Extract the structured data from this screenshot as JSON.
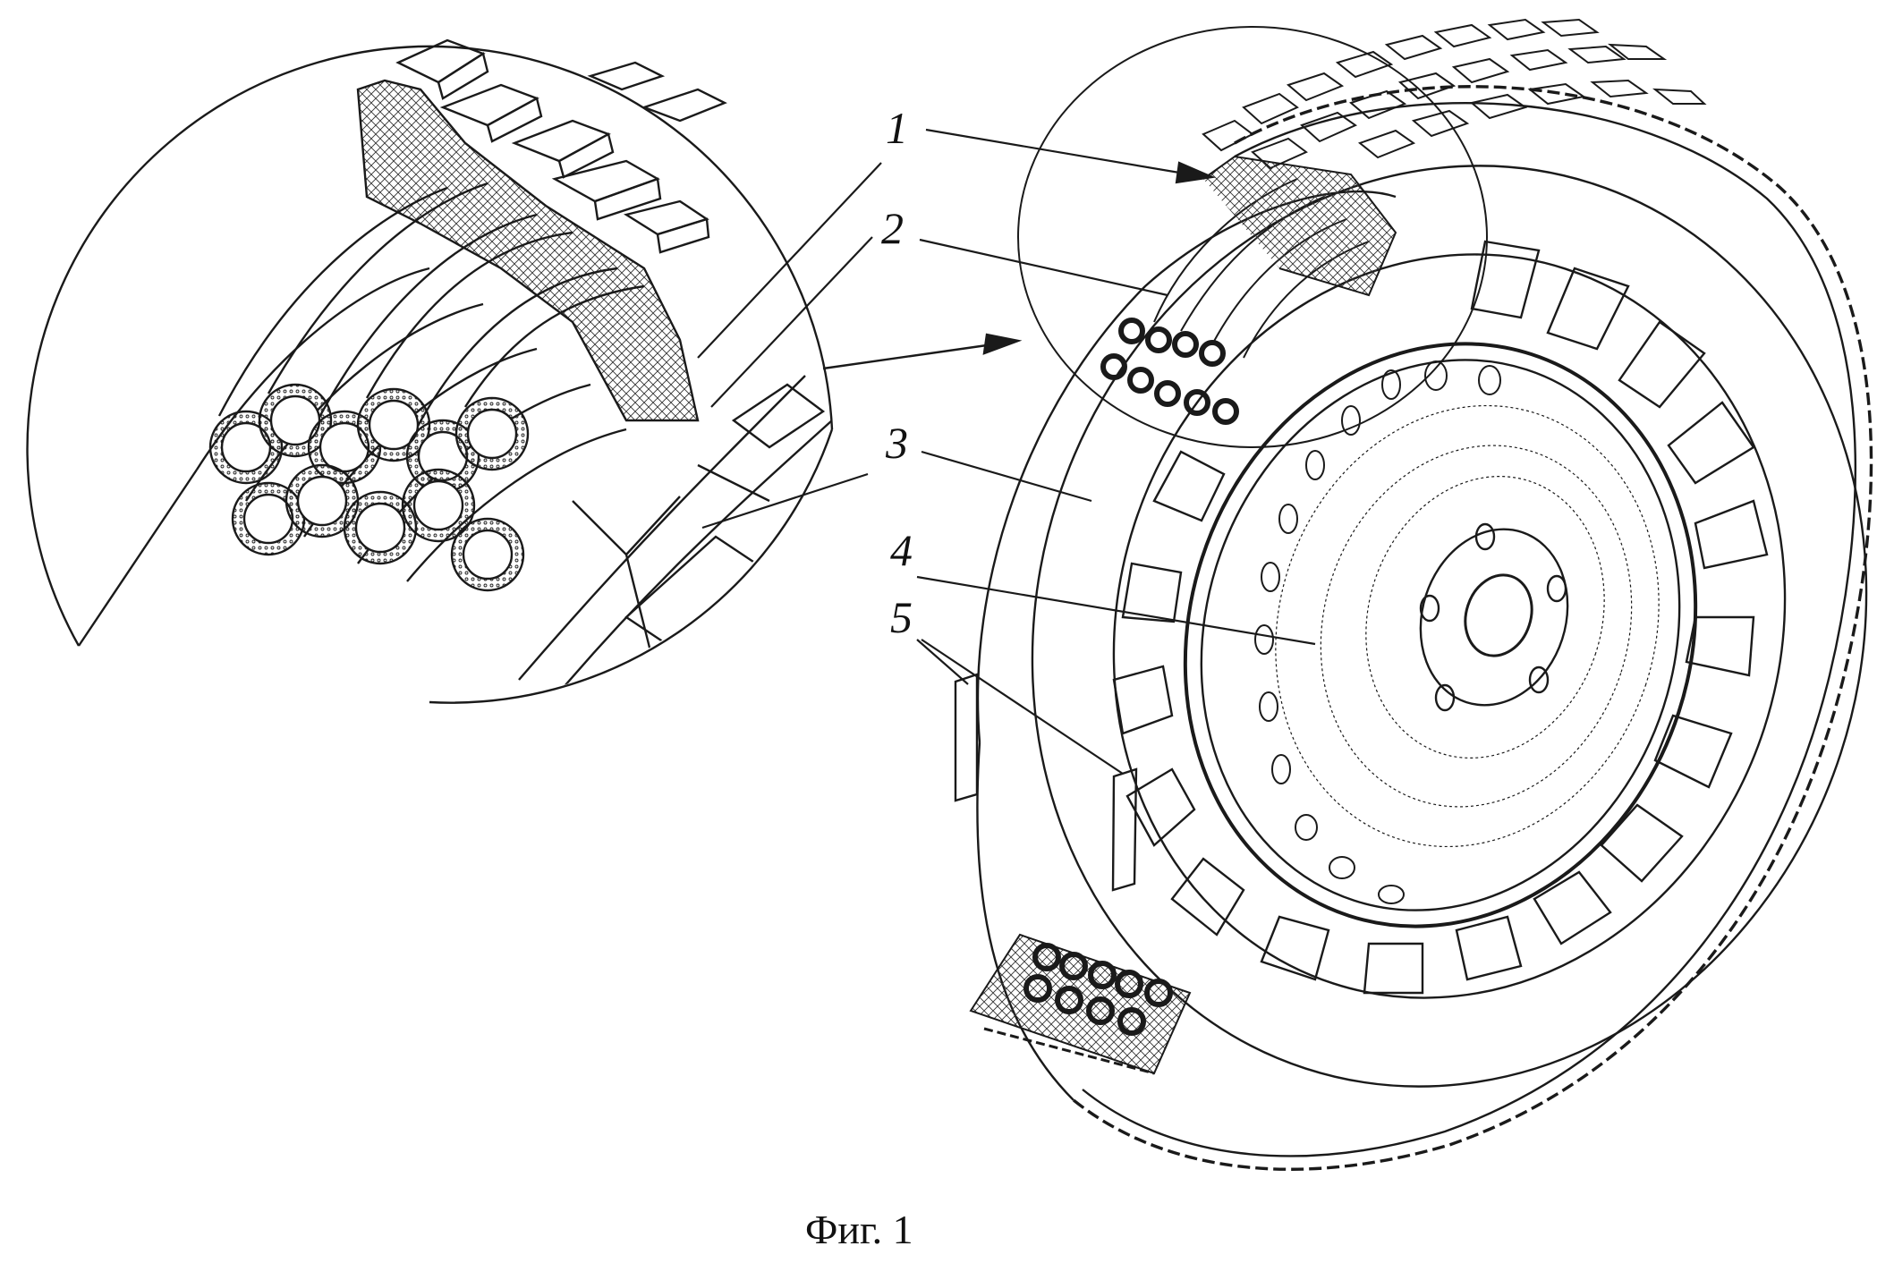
{
  "figure": {
    "caption": "Фиг. 1",
    "labels": [
      "1",
      "2",
      "3",
      "4",
      "5"
    ]
  },
  "colors": {
    "ink": "#1a1a1a",
    "background": "#ffffff"
  }
}
